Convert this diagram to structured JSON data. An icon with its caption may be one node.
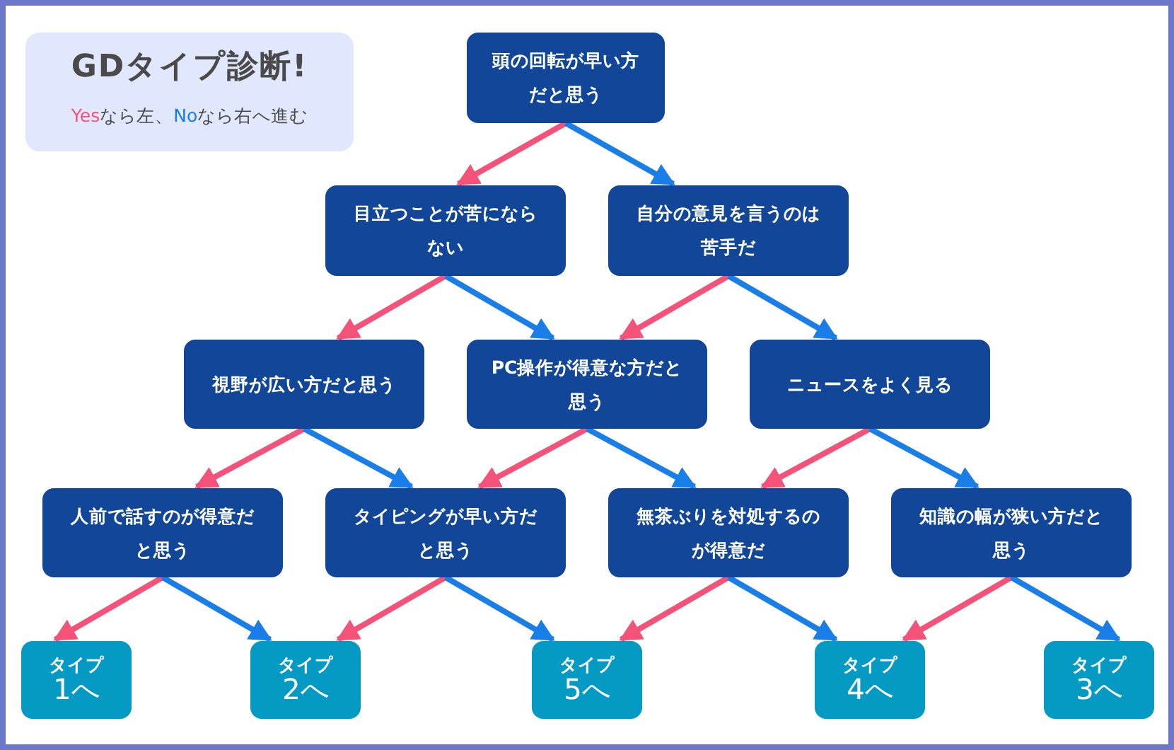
{
  "diagram": {
    "title": "GDタイプ診断!",
    "nodes": [
      {
        "text": [
          "頭の回転が早い方だと思う"
        ]
      },
      {
        "text": [
          "目立つことが苦にならない"
        ]
      },
      {
        "text": [
          "自分の意見を言うのは苦手だ"
        ]
      },
      {
        "text": [
          "視野が広い方だと思う"
        ]
      },
      {
        "text": [
          "PC操作が得意な方だと思う"
        ]
      },
      {
        "text": [
          "ニュースをよく見る"
        ]
      },
      {
        "text": [
          "人前で話すのが得意だと思う"
        ]
      },
      {
        "text": [
          "タイピングが早い方だと思う"
        ]
      },
      {
        "text": [
          "無茶ぶりを対処するのが得意だ"
        ]
      },
      {
        "text": [
          "知識の幅が狭い方だと思う"
        ]
      },
      {
        "text": [
          "タイプ",
          "1へ"
        ]
      },
      {
        "text": [
          "タイプ",
          "2へ"
        ]
      },
      {
        "text": [
          "タイプ",
          "5へ"
        ]
      },
      {
        "text": [
          "タイプ",
          "4へ"
        ]
      },
      {
        "text": [
          "タイプ",
          "3へ"
        ]
      }
    ],
    "edges": [
      {
        "from": 0,
        "to": 1,
        "arrow": "to",
        "color": "#f5527a"
      },
      {
        "from": 0,
        "to": 2,
        "arrow": "to",
        "color": "#1a7ee8"
      },
      {
        "from": 1,
        "to": 3,
        "arrow": "to",
        "color": "#f5527a"
      },
      {
        "from": 1,
        "to": 4,
        "arrow": "to",
        "color": "#1a7ee8"
      },
      {
        "from": 2,
        "to": 4,
        "arrow": "to",
        "color": "#f5527a"
      },
      {
        "from": 2,
        "to": 5,
        "arrow": "to",
        "color": "#1a7ee8"
      },
      {
        "from": 3,
        "to": 6,
        "arrow": "to",
        "color": "#f5527a"
      },
      {
        "from": 3,
        "to": 7,
        "arrow": "to",
        "color": "#1a7ee8"
      },
      {
        "from": 4,
        "to": 7,
        "arrow": "to",
        "color": "#f5527a"
      },
      {
        "from": 4,
        "to": 8,
        "arrow": "to",
        "color": "#1a7ee8"
      },
      {
        "from": 5,
        "to": 8,
        "arrow": "to",
        "color": "#f5527a"
      },
      {
        "from": 5,
        "to": 9,
        "arrow": "to",
        "color": "#1a7ee8"
      },
      {
        "from": 6,
        "to": 10,
        "arrow": "to",
        "color": "#f5527a"
      },
      {
        "from": 6,
        "to": 11,
        "arrow": "to",
        "color": "#1a7ee8"
      },
      {
        "from": 7,
        "to": 11,
        "arrow": "to",
        "color": "#f5527a"
      },
      {
        "from": 7,
        "to": 12,
        "arrow": "to",
        "color": "#1a7ee8"
      },
      {
        "from": 8,
        "to": 12,
        "arrow": "to",
        "color": "#f5527a"
      },
      {
        "from": 8,
        "to": 13,
        "arrow": "to",
        "color": "#1a7ee8"
      },
      {
        "from": 9,
        "to": 13,
        "arrow": "to",
        "color": "#f5527a"
      },
      {
        "from": 9,
        "to": 14,
        "arrow": "to",
        "color": "#1a7ee8"
      }
    ],
    "labels": [
      "**Yes**なら左、**No**なら右へ進む"
    ]
  }
}
